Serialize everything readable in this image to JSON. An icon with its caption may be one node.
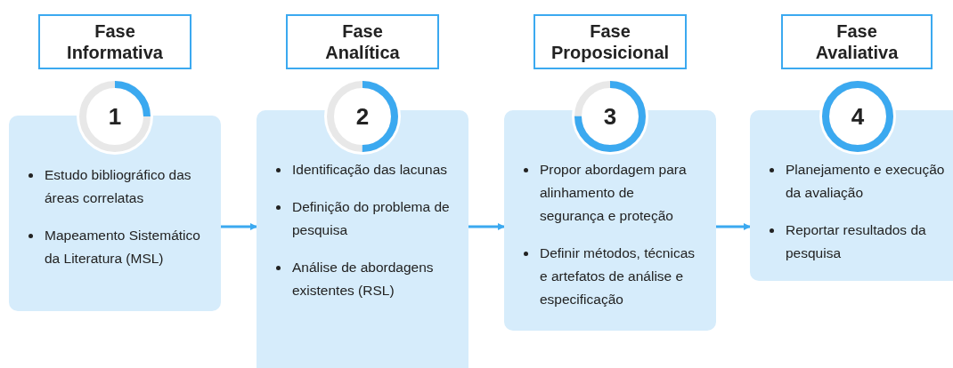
{
  "diagram": {
    "nodes": [
      {
        "text": [
          "Fase Informativa"
        ]
      },
      {
        "text": [
          "1"
        ]
      },
      {
        "text": [
          "Estudo bibliográfico das áreas correlatas",
          "Mapeamento Sistemático da Literatura (MSL)"
        ]
      },
      {
        "text": [
          "Fase Analítica"
        ]
      },
      {
        "text": [
          "2"
        ]
      },
      {
        "text": [
          "Identificação das lacunas",
          "Definição do problema de pesquisa",
          "Análise de abordagens existentes (RSL)"
        ]
      },
      {
        "text": [
          "Fase Proposicional"
        ]
      },
      {
        "text": [
          "3"
        ]
      },
      {
        "text": [
          "Propor abordagem para alinhamento de segurança e proteção",
          "Definir métodos, técnicas e artefatos de análise e especificação"
        ]
      },
      {
        "text": [
          "Fase Avaliativa"
        ]
      },
      {
        "text": [
          "4"
        ]
      },
      {
        "text": [
          "Planejamento e execução da avaliação",
          "Reportar resultados da pesquisa"
        ]
      }
    ],
    "edges": [
      {
        "from": 2,
        "to": 5,
        "arrow": "to"
      },
      {
        "from": 5,
        "to": 8,
        "arrow": "to"
      },
      {
        "from": 8,
        "to": 11,
        "arrow": "to"
      }
    ]
  }
}
